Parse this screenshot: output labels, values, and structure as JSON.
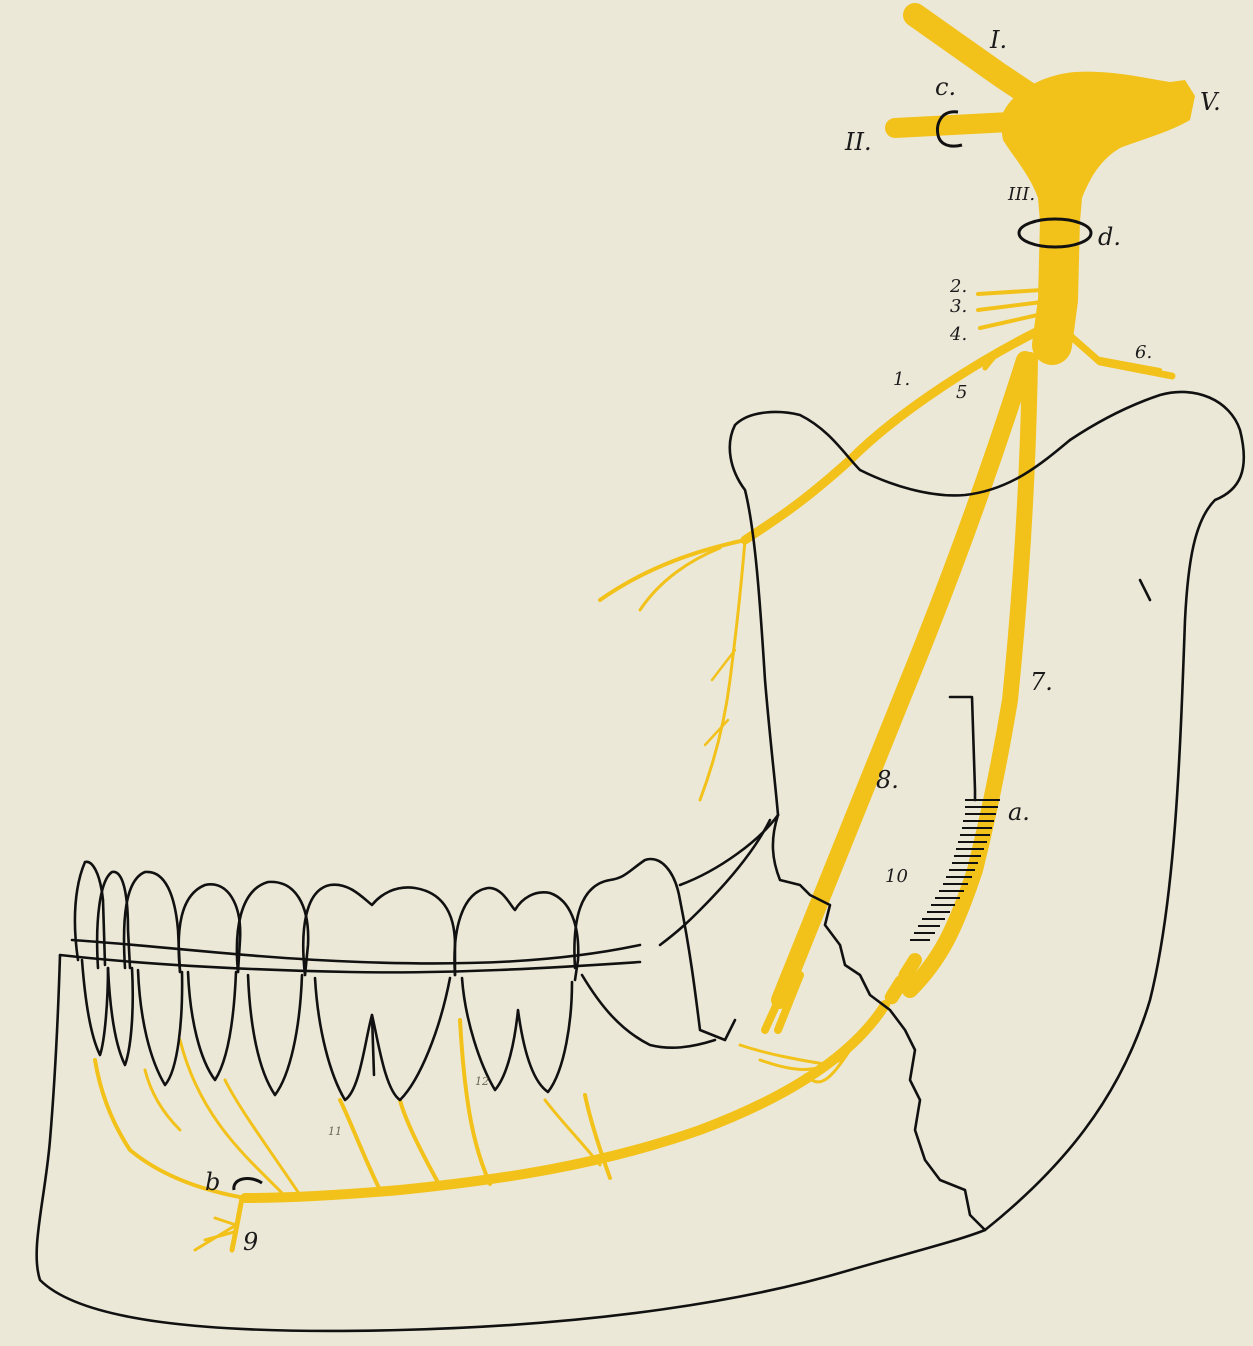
{
  "labels": {
    "nerve_I": "I.",
    "nerve_II": "II.",
    "nerve_III": "III.",
    "nerve_V": "V.",
    "c": "c.",
    "d": "d.",
    "a": "a.",
    "b": "b",
    "n1": "1.",
    "n2": "2.",
    "n3": "3.",
    "n4": "4.",
    "n5": "5",
    "n6": "6.",
    "n7": "7.",
    "n8": "8.",
    "n9": "9",
    "n10": "10",
    "n11": "11",
    "n12": "12"
  },
  "colors": {
    "nerve": "#f2c21b",
    "outline": "#111111",
    "paper": "#ece8d8"
  }
}
